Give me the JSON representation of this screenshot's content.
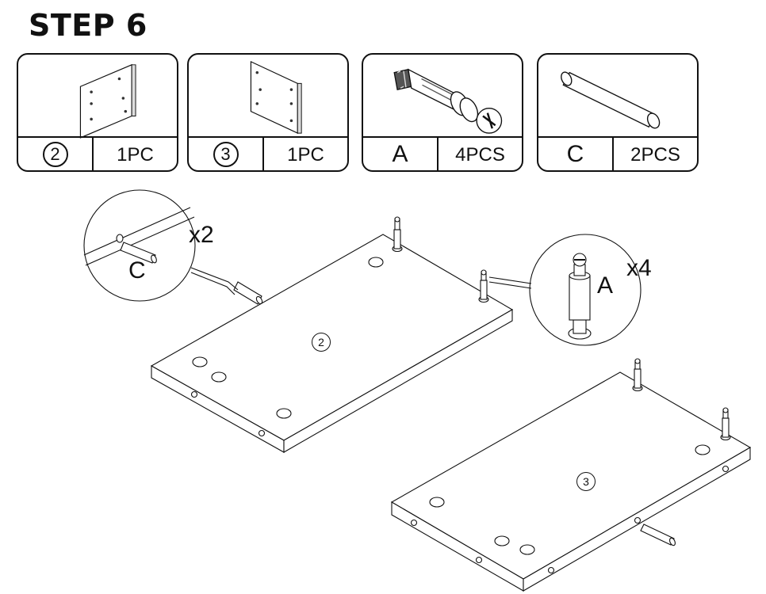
{
  "title": "STEP 6",
  "parts": [
    {
      "id": "2",
      "qty": "1PC",
      "icon": "panel-2-icon"
    },
    {
      "id": "3",
      "qty": "1PC",
      "icon": "panel-3-icon"
    },
    {
      "id": "A",
      "qty": "4PCS",
      "icon": "cam-bolt-icon"
    },
    {
      "id": "C",
      "qty": "2PCS",
      "icon": "dowel-icon"
    }
  ],
  "callouts": {
    "dowel": {
      "letter": "C",
      "count": "x2"
    },
    "bolt": {
      "letter": "A",
      "count": "x4"
    }
  },
  "panels": {
    "panel_2": "2",
    "panel_3": "3"
  }
}
